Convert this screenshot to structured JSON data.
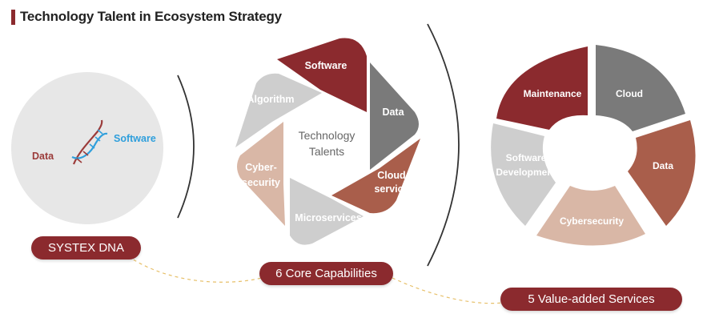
{
  "title": "Technology Talent in Ecosystem Strategy",
  "dna": {
    "left_label": "Data",
    "right_label": "Software",
    "pill": "SYSTEX DNA"
  },
  "core": {
    "center_line1": "Technology",
    "center_line2": "Talents",
    "segments": {
      "software": "Software",
      "data": "Data",
      "cloud_1": "Cloud",
      "cloud_2": "service",
      "microservices": "Microservices",
      "cyber_1": "Cyber-",
      "cyber_2": "security",
      "algorithm": "Algorithm"
    },
    "pill": "6 Core Capabilities"
  },
  "services": {
    "segments": {
      "maintenance": "Maintenance",
      "cloud": "Cloud",
      "data": "Data",
      "cybersecurity": "Cybersecurity",
      "software_dev_1": "Software",
      "software_dev_2": "Development"
    },
    "pill": "5 Value-added Services"
  },
  "colors": {
    "maroon": "#8b2a2e",
    "gray_dark": "#7a7a7a",
    "rust": "#a95e4b",
    "pink": "#d9b7a6",
    "gray_light": "#cecece",
    "circle": "#e7e7e7",
    "dna_red": "#9b3b3a",
    "dna_blue": "#2f9fdc",
    "dash": "#e7c06a"
  }
}
